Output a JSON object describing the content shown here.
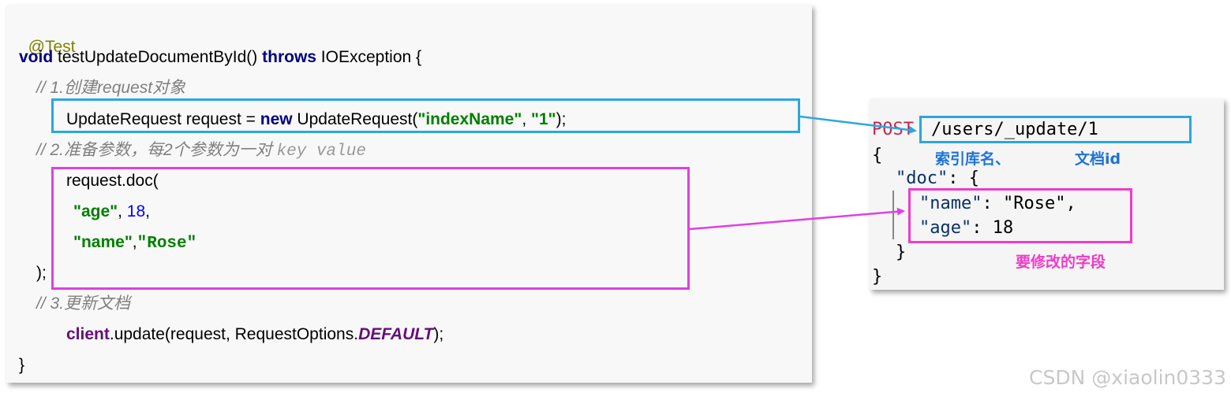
{
  "code": {
    "annotation": "@Test",
    "method_kw_void": "void",
    "method_name": " testUpdateDocumentById() ",
    "method_kw_throws": "throws",
    "method_rest": " IOException {",
    "comment1": "// 1.创建request对象",
    "line_req_a": "UpdateRequest request = ",
    "line_req_kw_new": "new",
    "line_req_b": " UpdateRequest(",
    "line_req_str1": "\"indexName\"",
    "line_req_c": ", ",
    "line_req_str2": "\"1\"",
    "line_req_d": ");",
    "comment2": "// 2.准备参数，每2个参数为一对 ",
    "comment2_mono": "key value",
    "doc_open": "request.doc(",
    "doc_age_key": "\"age\"",
    "doc_age_sep": ", ",
    "doc_age_val": "18",
    "doc_age_end": ",",
    "doc_name_key": "\"name\"",
    "doc_name_sep": ",",
    "doc_name_val": "\"Rose\"",
    "doc_close": ");",
    "comment3": "// 3.更新文档",
    "update_client": "client",
    "update_mid": ".update(request, RequestOptions.",
    "update_const": "DEFAULT",
    "update_end": ");",
    "closing_brace": "}"
  },
  "json_example": {
    "method": "POST",
    "path": "/users/_update/1",
    "open_brace": "{",
    "doc_key": "\"doc\"",
    "doc_colon": ": {",
    "name_key": "\"name\"",
    "name_val": ": \"Rose\",",
    "age_key": "\"age\"",
    "age_val": ": 18",
    "inner_close": "}",
    "outer_close": "}",
    "label_index": "索引库名、",
    "label_docid": "文档id",
    "label_fields": "要修改的字段"
  },
  "watermark": "CSDN @xiaolin0333",
  "colors": {
    "blue_box": "#2aa7e0",
    "magenta_box": "#e040e0",
    "label_blue": "#1e73d8",
    "label_magenta": "#ee3cc8"
  }
}
